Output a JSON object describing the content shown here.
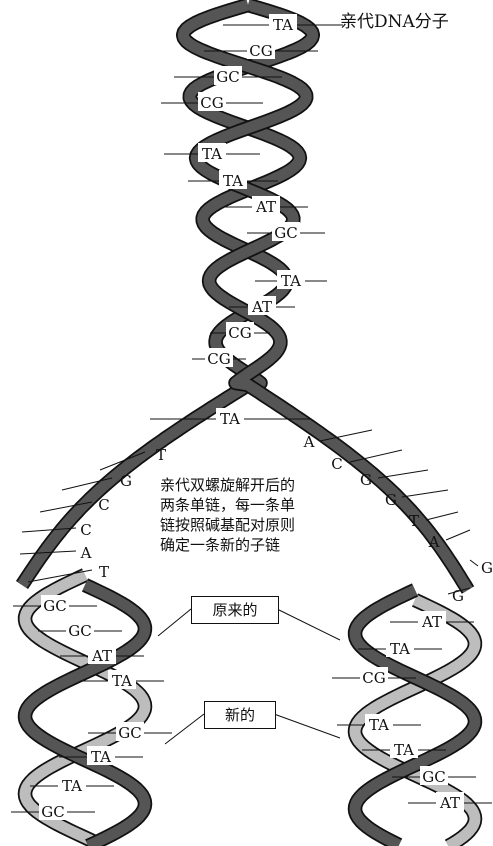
{
  "title": "亲代DNA分子",
  "caption": [
    "亲代双螺旋解开后的",
    "两条单链，每一条单",
    "链按照碱基配对原则",
    "确定一条新的子链"
  ],
  "box_original": "原来的",
  "box_new": "新的",
  "colors": {
    "old_strand": "#555555",
    "new_strand": "#bdbdbd",
    "outline": "#111111",
    "text": "#111111"
  },
  "parent_pairs": [
    "TA",
    "CG",
    "GC",
    "CG",
    "TA",
    "TA",
    "AT",
    "GC",
    "TA",
    "AT",
    "CG",
    "CG",
    "TA"
  ],
  "left_unpaired": [
    "T",
    "G",
    "C",
    "C",
    "A",
    "T"
  ],
  "right_unpaired": [
    "A",
    "C",
    "G",
    "G",
    "T",
    "A",
    "G",
    "G"
  ],
  "left_daughter_pairs": [
    "GC",
    "GC",
    "AT",
    "TA",
    "GC",
    "TA",
    "TA",
    "GC"
  ],
  "right_daughter_pairs": [
    "AT",
    "TA",
    "CG",
    "TA",
    "TA",
    "GC",
    "AT"
  ]
}
